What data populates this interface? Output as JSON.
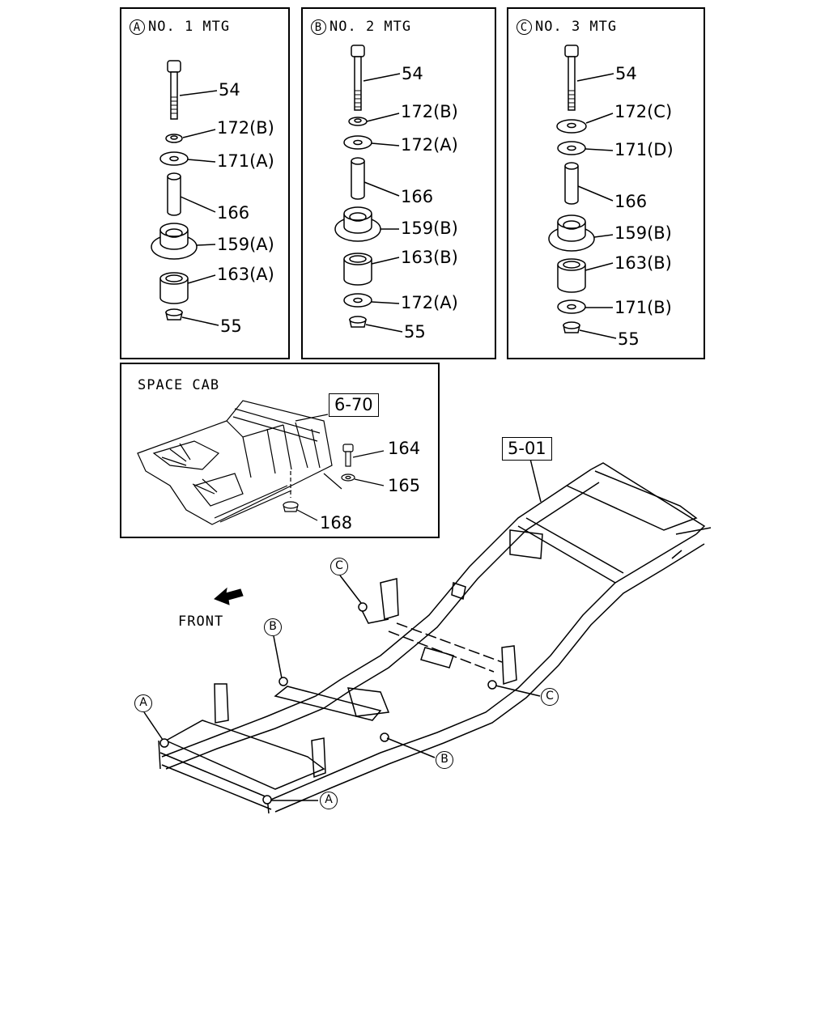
{
  "panels": {
    "mtg1": {
      "letter": "A",
      "title": "NO. 1  MTG",
      "labels": [
        "54",
        "172(B)",
        "171(A)",
        "166",
        "159(A)",
        "163(A)",
        "55"
      ]
    },
    "mtg2": {
      "letter": "B",
      "title": "NO. 2  MTG",
      "labels": [
        "54",
        "172(B)",
        "172(A)",
        "166",
        "159(B)",
        "163(B)",
        "172(A)",
        "55"
      ]
    },
    "mtg3": {
      "letter": "C",
      "title": "NO. 3  MTG",
      "labels": [
        "54",
        "172(C)",
        "171(D)",
        "166",
        "159(B)",
        "163(B)",
        "171(B)",
        "55"
      ]
    },
    "space_cab": {
      "title": "SPACE  CAB",
      "ref": "6-70",
      "labels": [
        "164",
        "165",
        "168"
      ]
    }
  },
  "frame": {
    "ref": "5-01",
    "front_label": "FRONT",
    "callouts": [
      "C",
      "B",
      "A",
      "C",
      "B",
      "A"
    ]
  }
}
